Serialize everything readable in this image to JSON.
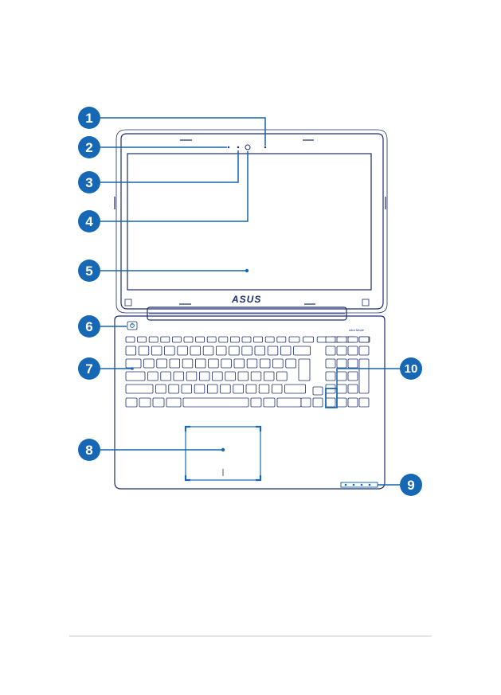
{
  "logo": "ASUS",
  "brand_script": "ultra Mode",
  "callouts": [
    {
      "id": "1",
      "label": "1"
    },
    {
      "id": "2",
      "label": "2"
    },
    {
      "id": "3",
      "label": "3"
    },
    {
      "id": "4",
      "label": "4"
    },
    {
      "id": "5",
      "label": "5"
    },
    {
      "id": "6",
      "label": "6"
    },
    {
      "id": "7",
      "label": "7"
    },
    {
      "id": "8",
      "label": "8"
    },
    {
      "id": "9",
      "label": "9"
    },
    {
      "id": "10",
      "label": "10"
    }
  ],
  "colors": {
    "callout": "#1668b4",
    "outline": "#1d2d6b",
    "footer_rule": "#cccccc"
  }
}
